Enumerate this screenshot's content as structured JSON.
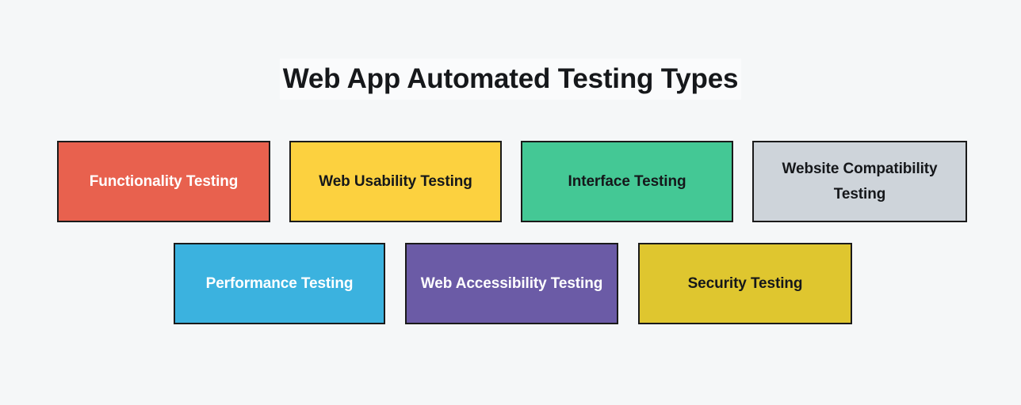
{
  "page": {
    "title": "Web App Automated Testing Types",
    "background_color": "#F5F7F8",
    "title_color": "#16181B"
  },
  "rows": [
    {
      "name": "row-1",
      "cards": [
        {
          "label": "Functionality Testing",
          "background_color": "#E8614E",
          "text_color": "#FFFFFF",
          "border_color": "#1A1A1A"
        },
        {
          "label": "Web Usability Testing",
          "background_color": "#FCD13F",
          "text_color": "#15171A",
          "border_color": "#1A1A1A"
        },
        {
          "label": "Interface Testing",
          "background_color": "#44C895",
          "text_color": "#15171A",
          "border_color": "#1A1A1A"
        },
        {
          "label": "Website Compatibility Testing",
          "background_color": "#CED4DA",
          "text_color": "#15171A",
          "border_color": "#1A1A1A"
        }
      ]
    },
    {
      "name": "row-2",
      "cards": [
        {
          "label": "Performance Testing",
          "background_color": "#3BB2DF",
          "text_color": "#FFFFFF",
          "border_color": "#1A1A1A"
        },
        {
          "label": "Web Accessibility Testing",
          "background_color": "#6B5BA6",
          "text_color": "#FFFFFF",
          "border_color": "#1A1A1A"
        },
        {
          "label": "Security Testing",
          "background_color": "#DFC62F",
          "text_color": "#15171A",
          "border_color": "#1A1A1A"
        }
      ]
    }
  ]
}
